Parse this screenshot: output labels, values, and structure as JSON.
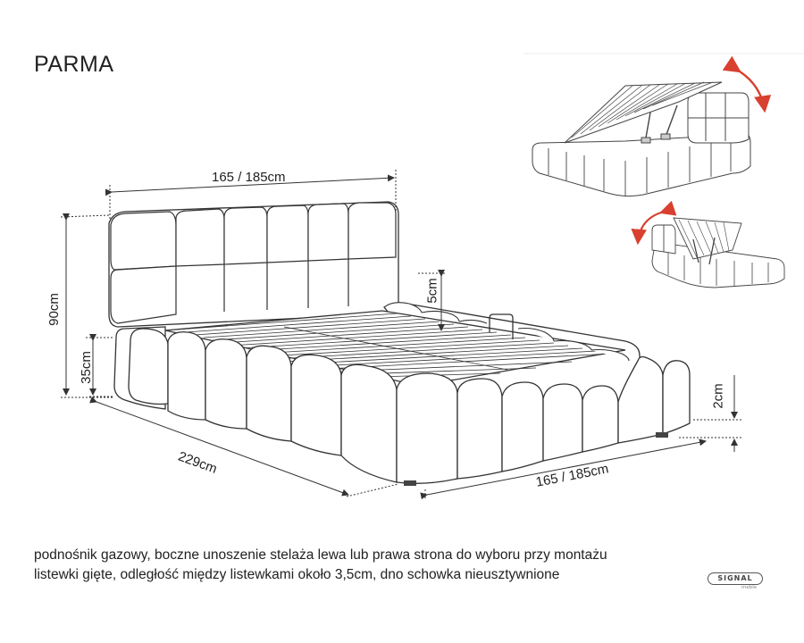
{
  "title": "PARMA",
  "dimensions": {
    "headboard_width": "165 / 185cm",
    "bed_width": "165 / 185cm",
    "length": "229cm",
    "total_height": "90cm",
    "frame_height": "35cm",
    "mattress_recess": "5cm",
    "leg_height": "2cm"
  },
  "description": [
    "podnośnik gazowy, boczne unoszenie stelaża lewa lub prawa strona do wyboru przy montażu",
    "listewki gięte, odległość między listewkami około 3,5cm, dno schowka nieusztywnione"
  ],
  "logo": {
    "name": "SIGNAL",
    "subtitle": "meble"
  },
  "colors": {
    "outline": "#333333",
    "arrow": "#d8402f",
    "cushion": "#ffffff"
  }
}
